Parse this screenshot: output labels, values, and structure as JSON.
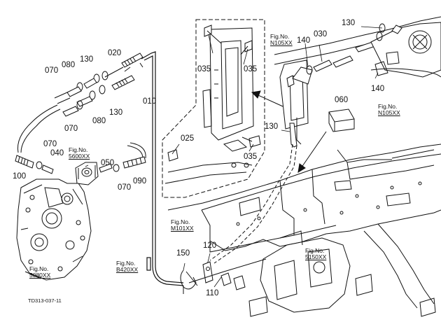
{
  "diagram": {
    "drawing_code": "TD313-037-11",
    "part_labels": {
      "p010": "010",
      "p020": "020",
      "p025": "025",
      "p030": "030",
      "p035a": "035",
      "p035b": "035",
      "p035c": "035",
      "p040": "040",
      "p050": "050",
      "p060": "060",
      "p070a": "070",
      "p070b": "070",
      "p070c": "070",
      "p070d": "070",
      "p080a": "080",
      "p080b": "080",
      "p090": "090",
      "p100": "100",
      "p110": "110",
      "p120": "120",
      "p130a": "130",
      "p130b": "130",
      "p130c": "130",
      "p130d": "130",
      "p140a": "140",
      "p140b": "140",
      "p150": "150"
    },
    "figure_refs": [
      {
        "prefix": "Fig.No.",
        "ref": "N105XX"
      },
      {
        "prefix": "Fig.No.",
        "ref": "N105XX"
      },
      {
        "prefix": "Fig.No.",
        "ref": "5600XX"
      },
      {
        "prefix": "Fig.No.",
        "ref": "M101XX"
      },
      {
        "prefix": "Fig.No.",
        "ref": "5150XX"
      },
      {
        "prefix": "Fig.No.",
        "ref": "B420XX"
      },
      {
        "prefix": "Fig.No.",
        "ref": "5080XX"
      }
    ]
  }
}
